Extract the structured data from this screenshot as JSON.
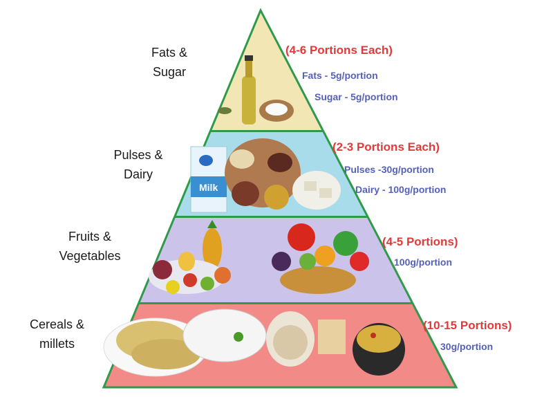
{
  "colors": {
    "outline": "#2e9a4a",
    "fats": "#f2e6b4",
    "pulses": "#a9dcea",
    "fruits": "#cbc3ea",
    "cereals": "#f28a88",
    "portion_red": "#e03a3a",
    "portion_blue": "#5560b8"
  },
  "tiers": [
    {
      "label_line1": "Fats &",
      "label_line2": "Sugar",
      "portions": "(4-6 Portions Each)",
      "detail1": "Fats - 5g/portion",
      "detail2": "Sugar - 5g/portion"
    },
    {
      "label_line1": "Pulses &",
      "label_line2": "Dairy",
      "portions": "(2-3 Portions Each)",
      "detail1": "Pulses -30g/portion",
      "detail2": "Dairy - 100g/portion",
      "milk_carton_text": "Milk"
    },
    {
      "label_line1": "Fruits &",
      "label_line2": "Vegetables",
      "portions": "(4-5 Portions)",
      "detail1": "100g/portion"
    },
    {
      "label_line1": "Cereals &",
      "label_line2": "millets",
      "portions": "(10-15 Portions)",
      "detail1": "30g/portion"
    }
  ]
}
